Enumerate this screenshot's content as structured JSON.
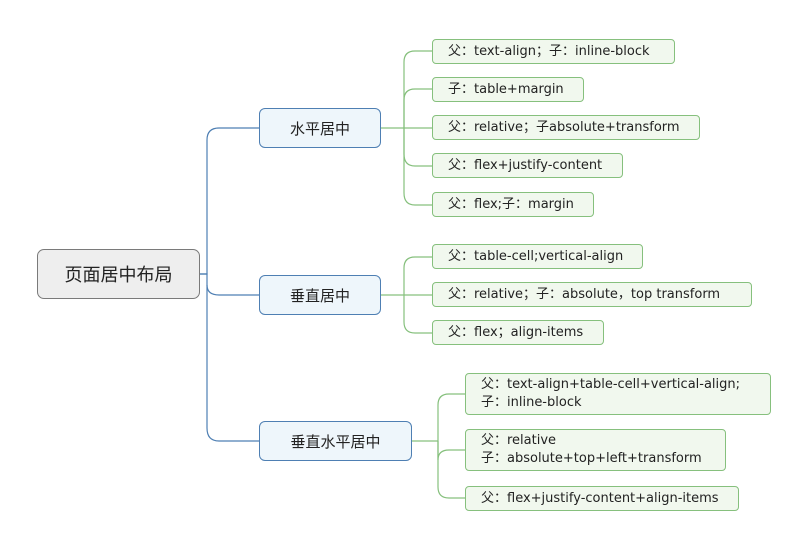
{
  "root": {
    "label": "页面居中布局"
  },
  "branches": [
    {
      "label": "水平居中",
      "leaves": [
        {
          "lines": [
            "父：text-align；子：inline-block"
          ]
        },
        {
          "lines": [
            "子：table+margin"
          ]
        },
        {
          "lines": [
            "父：relative；子absolute+transform"
          ]
        },
        {
          "lines": [
            "父：flex+justify-content"
          ]
        },
        {
          "lines": [
            "父：flex;子：margin"
          ]
        }
      ]
    },
    {
      "label": "垂直居中",
      "leaves": [
        {
          "lines": [
            "父：table-cell;vertical-align"
          ]
        },
        {
          "lines": [
            "父：relative；子：absolute，top transform"
          ]
        },
        {
          "lines": [
            "父：flex；align-items"
          ]
        }
      ]
    },
    {
      "label": "垂直水平居中",
      "leaves": [
        {
          "lines": [
            "父：text-align+table-cell+vertical-align;",
            "子：inline-block"
          ]
        },
        {
          "lines": [
            "父：relative",
            "子：absolute+top+left+transform"
          ]
        },
        {
          "lines": [
            "父：flex+justify-content+align-items"
          ]
        }
      ]
    }
  ],
  "colors": {
    "root_border": "#7a7a7a",
    "branch_line": "#4e7fb3",
    "leaf_line": "#86c07d"
  }
}
